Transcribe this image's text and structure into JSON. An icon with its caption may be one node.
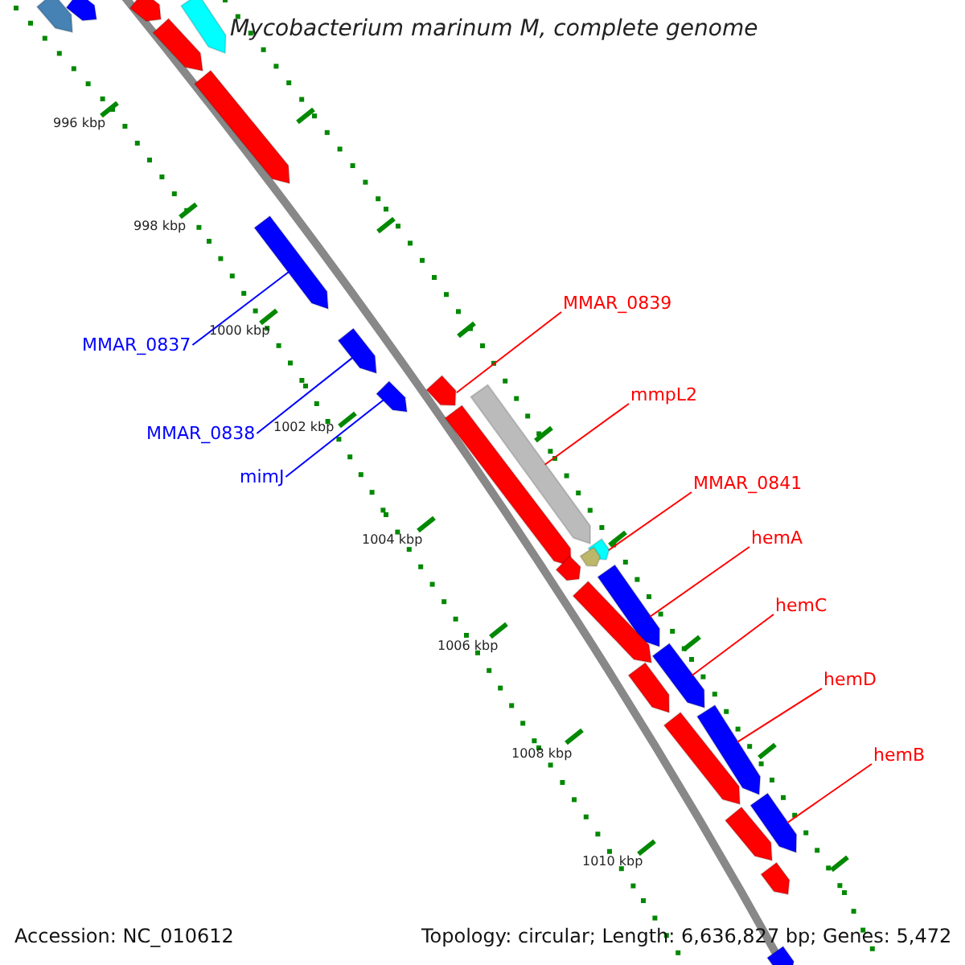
{
  "diagram": {
    "title": "Mycobacterium marinum M, complete genome",
    "nodes": [
      {
        "text": [
          "MMAR_0837"
        ]
      },
      {
        "text": [
          "MMAR_0838"
        ]
      },
      {
        "text": [
          "mimJ"
        ]
      },
      {
        "text": [
          "MMAR_0839"
        ]
      },
      {
        "text": [
          "mmpL2"
        ]
      },
      {
        "text": [
          "MMAR_0841"
        ]
      },
      {
        "text": [
          "hemA"
        ]
      },
      {
        "text": [
          "hemC"
        ]
      },
      {
        "text": [
          "hemD"
        ]
      },
      {
        "text": [
          "hemB"
        ]
      },
      {
        "text": [],
        "shape": "arrow"
      },
      {
        "text": [],
        "shape": "arrow"
      },
      {
        "text": [],
        "shape": "arrow"
      },
      {
        "text": [],
        "shape": "arrow"
      },
      {
        "text": [],
        "shape": "arrow"
      },
      {
        "text": [],
        "shape": "arrow"
      },
      {
        "text": [],
        "shape": "arrow"
      },
      {
        "text": [],
        "shape": "arrow"
      },
      {
        "text": [],
        "shape": "arrow"
      },
      {
        "text": [],
        "shape": "arrow"
      },
      {
        "text": [],
        "shape": "arrow"
      },
      {
        "text": [],
        "shape": "arrow"
      },
      {
        "text": [],
        "shape": "arrow"
      },
      {
        "text": [],
        "shape": "arrow"
      },
      {
        "text": [],
        "shape": "arrow"
      },
      {
        "text": [],
        "shape": "arrow"
      },
      {
        "text": [],
        "shape": "arrow"
      },
      {
        "text": [],
        "shape": "arrow"
      },
      {
        "text": [],
        "shape": "arrow"
      },
      {
        "text": [],
        "shape": "arrow"
      },
      {
        "text": [],
        "shape": "arrow"
      },
      {
        "text": [],
        "shape": "arrow"
      },
      {
        "text": [],
        "shape": "arrow"
      },
      {
        "text": [],
        "shape": "arrow"
      },
      {
        "text": [],
        "shape": "arrow"
      }
    ],
    "edges": [
      {
        "from": 0,
        "to": 16,
        "arrow": "none",
        "color": "#0000ff"
      },
      {
        "from": 1,
        "to": 17,
        "arrow": "none",
        "color": "#0000ff"
      },
      {
        "from": 2,
        "to": 18,
        "arrow": "none",
        "color": "#0000ff"
      },
      {
        "from": 3,
        "to": 19,
        "arrow": "none"
      },
      {
        "from": 4,
        "to": 20,
        "arrow": "none"
      },
      {
        "from": 5,
        "to": 22,
        "arrow": "none"
      },
      {
        "from": 6,
        "to": 25,
        "arrow": "none"
      },
      {
        "from": 7,
        "to": 27,
        "arrow": "none"
      },
      {
        "from": 8,
        "to": 29,
        "arrow": "none"
      },
      {
        "from": 9,
        "to": 31,
        "arrow": "none"
      }
    ],
    "labels": [
      "996 kbp",
      "998 kbp",
      "1000 kbp",
      "1002 kbp",
      "1004 kbp",
      "1006 kbp",
      "1008 kbp",
      "1010 kbp",
      "Accession: NC_010612",
      "Topology: circular; Length: 6,636,827 bp; Genes: 5,472"
    ]
  }
}
